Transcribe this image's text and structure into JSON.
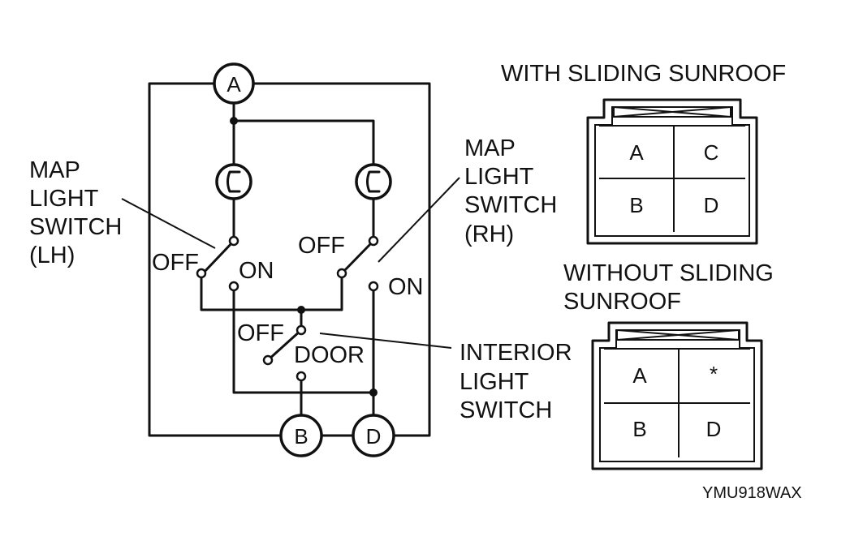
{
  "terminals": {
    "a": "A",
    "b": "B",
    "d": "D"
  },
  "map_switch_lh": {
    "line1": "MAP",
    "line2": "LIGHT",
    "line3": "SWITCH",
    "line4": "(LH)",
    "off": "OFF",
    "on": "ON"
  },
  "map_switch_rh": {
    "line1": "MAP",
    "line2": "LIGHT",
    "line3": "SWITCH",
    "line4": "(RH)",
    "off": "OFF",
    "on": "ON"
  },
  "interior_switch": {
    "line1": "INTERIOR",
    "line2": "LIGHT",
    "line3": "SWITCH",
    "off": "OFF",
    "door": "DOOR"
  },
  "connector_with": {
    "title": "WITH SLIDING SUNROOF",
    "cells": [
      "A",
      "C",
      "B",
      "D"
    ]
  },
  "connector_without": {
    "title_line1": "WITHOUT SLIDING",
    "title_line2": "SUNROOF",
    "cells": [
      "A",
      "*",
      "B",
      "D"
    ]
  },
  "figure_code": "YMU918WAX"
}
